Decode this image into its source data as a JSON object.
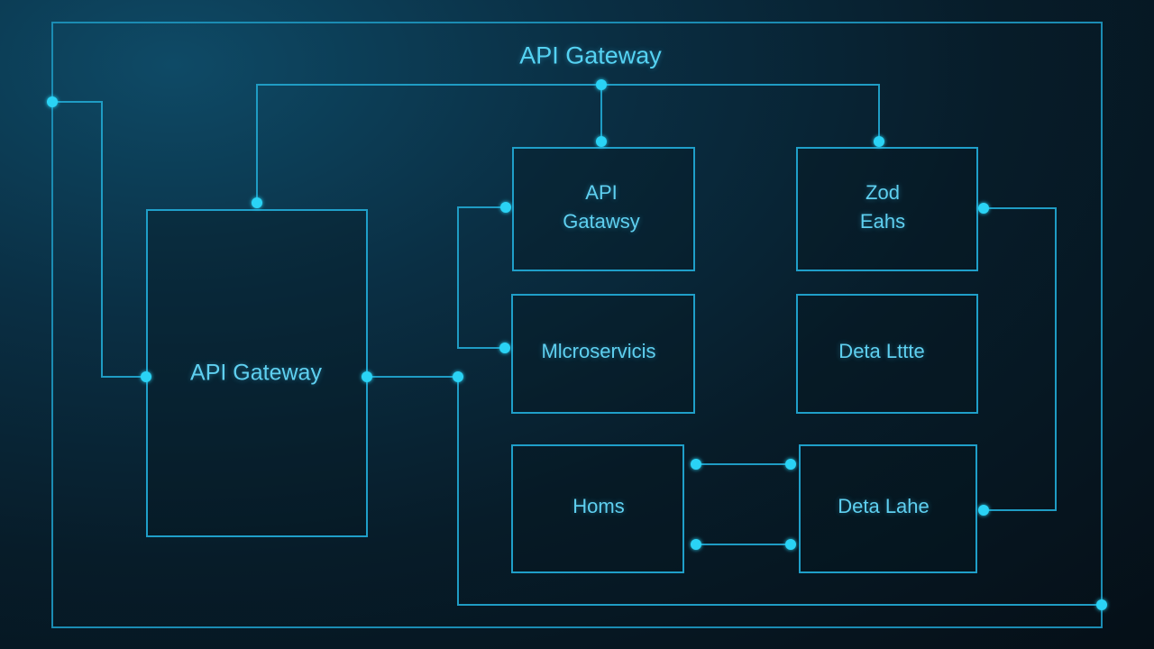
{
  "diagram": {
    "title": "API Gateway",
    "nodes": {
      "left_gateway": {
        "label": "API Gateway"
      },
      "api_gateway": {
        "line1": "API",
        "line2": "Gatawsy"
      },
      "zod_eahs": {
        "line1": "Zod",
        "line2": "Eahs"
      },
      "microservices": {
        "label": "Mlcroservicis"
      },
      "data_lttte": {
        "label": "Deta Lttte"
      },
      "homs": {
        "label": "Homs"
      },
      "data_lake": {
        "label": "Deta Lahe"
      }
    }
  },
  "colors": {
    "line": "#1f9cc4",
    "port": "#2ad3f5",
    "text": "#5fd0f0",
    "background": "#071c29"
  }
}
